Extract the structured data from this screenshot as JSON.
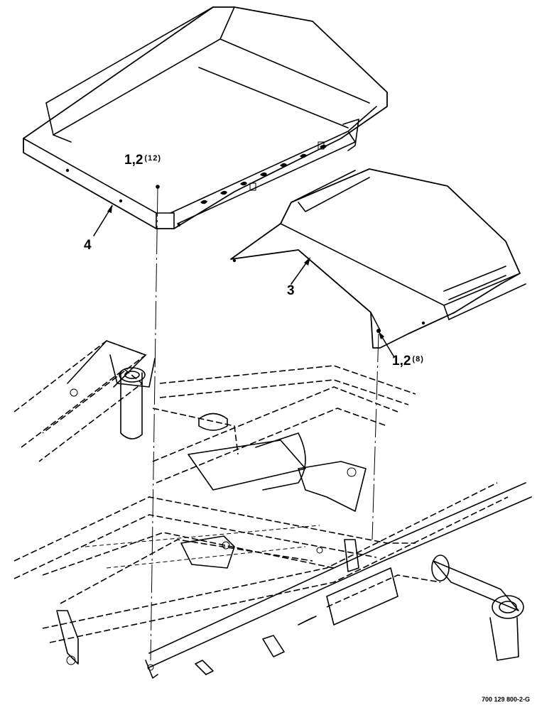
{
  "callouts": {
    "item4": {
      "label": "4"
    },
    "item3": {
      "label": "3"
    },
    "fasteners_left": {
      "label": "1,2",
      "qty": "(12)"
    },
    "fasteners_right": {
      "label": "1,2",
      "qty": "(8)"
    }
  },
  "drawing_number": "700 129 800-2-G"
}
